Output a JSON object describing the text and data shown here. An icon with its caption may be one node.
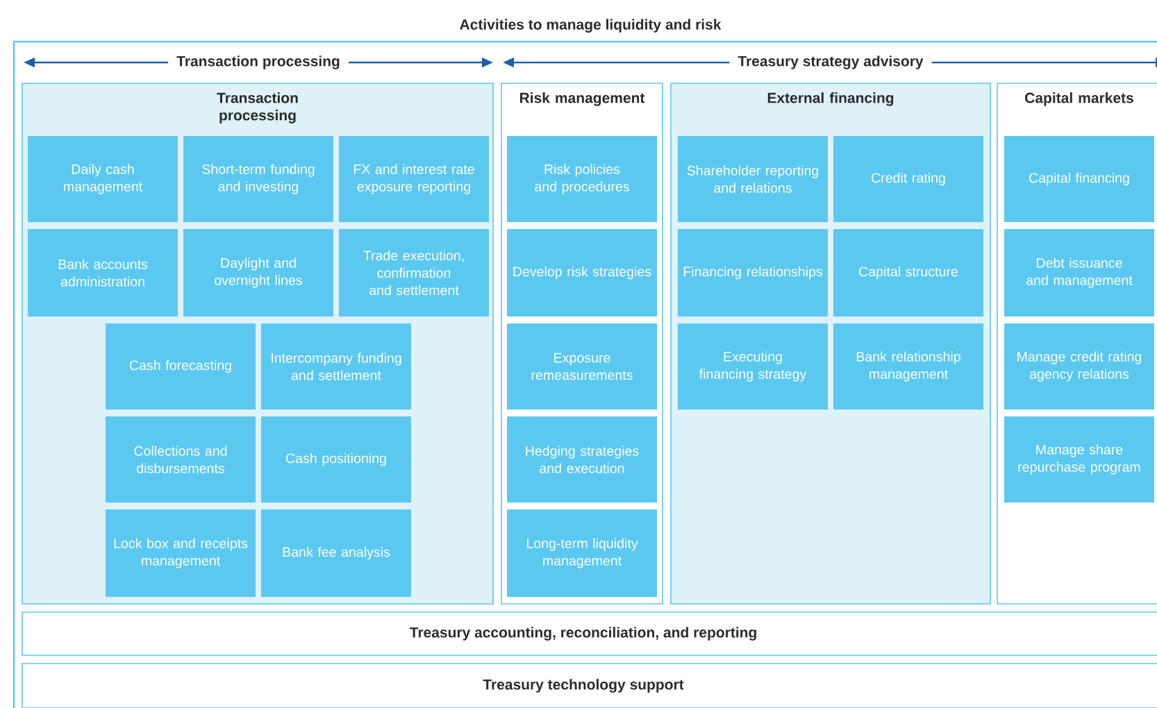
{
  "diagram": {
    "nodes": [
      {
        "text": [
          "Activities to manage liquidity and risk"
        ]
      },
      {
        "text": [
          "Transaction processing"
        ],
        "in": 0
      },
      {
        "text": [
          "Daily cash management"
        ],
        "in": 1
      },
      {
        "text": [
          "Short-term funding and investing"
        ],
        "in": 1
      },
      {
        "text": [
          "FX and interest rate exposure reporting"
        ],
        "in": 1
      },
      {
        "text": [
          "Bank accounts administration"
        ],
        "in": 1
      },
      {
        "text": [
          "Daylight and overnight lines"
        ],
        "in": 1
      },
      {
        "text": [
          "Trade execution, confirmation and settlement"
        ],
        "in": 1
      },
      {
        "text": [
          "Cash forecasting"
        ],
        "in": 1
      },
      {
        "text": [
          "Intercompany funding and settlement"
        ],
        "in": 1
      },
      {
        "text": [
          "Collections and disbursements"
        ],
        "in": 1
      },
      {
        "text": [
          "Cash positioning"
        ],
        "in": 1
      },
      {
        "text": [
          "Lock box and receipts management"
        ],
        "in": 1
      },
      {
        "text": [
          "Bank fee analysis"
        ],
        "in": 1
      },
      {
        "text": [
          "Risk management"
        ],
        "in": 0
      },
      {
        "text": [
          "Risk policies and procedures"
        ],
        "in": 14
      },
      {
        "text": [
          "Develop risk strategies"
        ],
        "in": 14
      },
      {
        "text": [
          "Exposure remeasurements"
        ],
        "in": 14
      },
      {
        "text": [
          "Hedging strategies and execution"
        ],
        "in": 14
      },
      {
        "text": [
          "Long-term liquidity management"
        ],
        "in": 14
      },
      {
        "text": [
          "External financing"
        ],
        "in": 0
      },
      {
        "text": [
          "Shareholder reporting and relations"
        ],
        "in": 20
      },
      {
        "text": [
          "Credit rating"
        ],
        "in": 20
      },
      {
        "text": [
          "Financing relationships"
        ],
        "in": 20
      },
      {
        "text": [
          "Capital structure"
        ],
        "in": 20
      },
      {
        "text": [
          "Executing financing strategy"
        ],
        "in": 20
      },
      {
        "text": [
          "Bank relationship management"
        ],
        "in": 20
      },
      {
        "text": [
          "Capital markets"
        ],
        "in": 0
      },
      {
        "text": [
          "Capital financing"
        ],
        "in": 27
      },
      {
        "text": [
          "Debt issuance and management"
        ],
        "in": 27
      },
      {
        "text": [
          "Manage credit rating agency relations"
        ],
        "in": 27
      },
      {
        "text": [
          "Manage share repurchase program"
        ],
        "in": 27
      },
      {
        "text": [
          "Treasury accounting, reconciliation, and reporting"
        ],
        "in": 0
      },
      {
        "text": [
          "Treasury technology support"
        ],
        "in": 0
      }
    ],
    "labels": [
      "Transaction processing",
      "Treasury strategy advisory"
    ]
  }
}
